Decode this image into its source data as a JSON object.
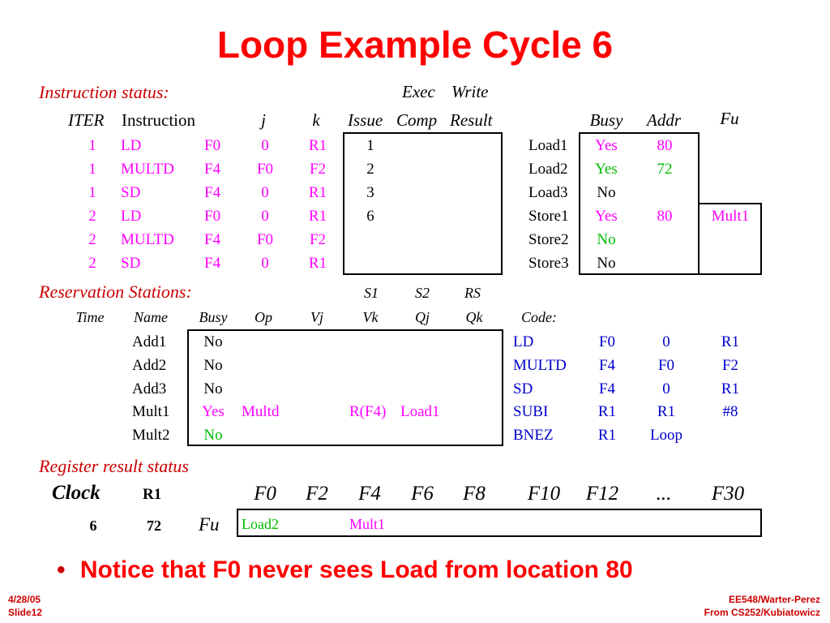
{
  "slide": {
    "title": "Loop Example Cycle 6",
    "note_bullet": "•",
    "note": "Notice that F0 never sees Load from location 80",
    "footer_left": [
      "4/28/05",
      "Slide12"
    ],
    "footer_right": [
      "EE548/Warter-Perez",
      "From CS252/Kubiatowicz"
    ]
  },
  "instruction_status": {
    "heading": "Instruction status:",
    "super_headers": [
      "Exec",
      "Write"
    ],
    "headers": [
      "ITER",
      "Instruction",
      "j",
      "k",
      "Issue",
      "Comp",
      "Result"
    ],
    "rows": [
      {
        "iter": "1",
        "op": "LD",
        "dest": "F0",
        "j": "0",
        "k": "R1",
        "issue": "1",
        "comp": "",
        "result": ""
      },
      {
        "iter": "1",
        "op": "MULTD",
        "dest": "F4",
        "j": "F0",
        "k": "F2",
        "issue": "2",
        "comp": "",
        "result": ""
      },
      {
        "iter": "1",
        "op": "SD",
        "dest": "F4",
        "j": "0",
        "k": "R1",
        "issue": "3",
        "comp": "",
        "result": ""
      },
      {
        "iter": "2",
        "op": "LD",
        "dest": "F0",
        "j": "0",
        "k": "R1",
        "issue": "6",
        "comp": "",
        "result": ""
      },
      {
        "iter": "2",
        "op": "MULTD",
        "dest": "F4",
        "j": "F0",
        "k": "F2",
        "issue": "",
        "comp": "",
        "result": ""
      },
      {
        "iter": "2",
        "op": "SD",
        "dest": "F4",
        "j": "0",
        "k": "R1",
        "issue": "",
        "comp": "",
        "result": ""
      }
    ]
  },
  "load_store": {
    "headers": [
      "Busy",
      "Addr",
      "Fu"
    ],
    "rows": [
      {
        "name": "Load1",
        "busy": "Yes",
        "addr": "80",
        "fu": ""
      },
      {
        "name": "Load2",
        "busy": "Yes",
        "addr": "72",
        "fu": ""
      },
      {
        "name": "Load3",
        "busy": "No",
        "addr": "",
        "fu": ""
      },
      {
        "name": "Store1",
        "busy": "Yes",
        "addr": "80",
        "fu": "Mult1"
      },
      {
        "name": "Store2",
        "busy": "No",
        "addr": "",
        "fu": ""
      },
      {
        "name": "Store3",
        "busy": "No",
        "addr": "",
        "fu": ""
      }
    ]
  },
  "reservation_stations": {
    "heading": "Reservation Stations:",
    "super_headers": [
      "S1",
      "S2",
      "RS"
    ],
    "headers": [
      "Time",
      "Name",
      "Busy",
      "Op",
      "Vj",
      "Vk",
      "Qj",
      "Qk"
    ],
    "rows": [
      {
        "time": "",
        "name": "Add1",
        "busy": "No",
        "op": "",
        "vj": "",
        "vk": "",
        "qj": "",
        "qk": ""
      },
      {
        "time": "",
        "name": "Add2",
        "busy": "No",
        "op": "",
        "vj": "",
        "vk": "",
        "qj": "",
        "qk": ""
      },
      {
        "time": "",
        "name": "Add3",
        "busy": "No",
        "op": "",
        "vj": "",
        "vk": "",
        "qj": "",
        "qk": ""
      },
      {
        "time": "",
        "name": "Mult1",
        "busy": "Yes",
        "op": "Multd",
        "vj": "",
        "vk": "R(F4)",
        "qj": "Load1",
        "qk": ""
      },
      {
        "time": "",
        "name": "Mult2",
        "busy": "No",
        "op": "",
        "vj": "",
        "vk": "",
        "qj": "",
        "qk": ""
      }
    ]
  },
  "code": {
    "heading": "Code:",
    "rows": [
      {
        "op": "LD",
        "a": "F0",
        "b": "0",
        "c": "R1"
      },
      {
        "op": "MULTD",
        "a": "F4",
        "b": "F0",
        "c": "F2"
      },
      {
        "op": "SD",
        "a": "F4",
        "b": "0",
        "c": "R1"
      },
      {
        "op": "SUBI",
        "a": "R1",
        "b": "R1",
        "c": "#8"
      },
      {
        "op": "BNEZ",
        "a": "R1",
        "b": "Loop",
        "c": ""
      }
    ]
  },
  "register_status": {
    "heading": "Register result status",
    "clock_label": "Clock",
    "r1_label": "R1",
    "regs": [
      "F0",
      "F2",
      "F4",
      "F6",
      "F8",
      "F10",
      "F12",
      "...",
      "F30"
    ],
    "clock": "6",
    "r1": "72",
    "fu_label": "Fu",
    "fu": [
      "Load2",
      "",
      "Mult1",
      "",
      "",
      "",
      "",
      "",
      ""
    ]
  },
  "colors": {
    "title": "#ff0000",
    "section": "#cc0000",
    "instruction_text": "#ff00ff",
    "yes_recent": "#00bb00",
    "code_text": "#0000cc"
  }
}
